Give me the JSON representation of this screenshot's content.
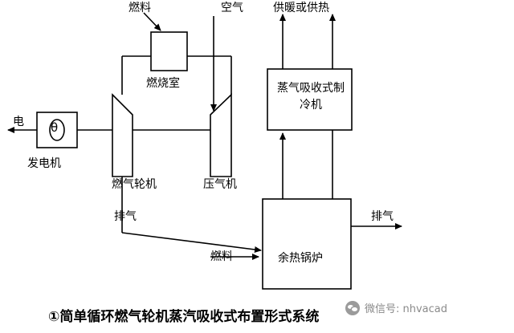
{
  "diagram": {
    "title": "①简单循环燃气轮机蒸汽吸收式布置形式系统",
    "labels": {
      "fuel_top": "燃料",
      "air": "空气",
      "heat_supply": "供暖或供热",
      "combustor": "燃烧室",
      "electricity": "电",
      "generator": "发电机",
      "gas_turbine": "燃气轮机",
      "compressor": "压气机",
      "exhaust_left": "排气",
      "fuel_bottom": "燃料",
      "absorption_chiller": "蒸气吸收式制冷机",
      "waste_heat_boiler": "余热锅炉",
      "exhaust_right": "排气",
      "generator_symbol": "θ"
    },
    "watermark": "微信号: nhvacad"
  },
  "style": {
    "line_color": "#000000",
    "text_color": "#000000",
    "background": "#ffffff",
    "watermark_color": "#8a8a8a"
  }
}
